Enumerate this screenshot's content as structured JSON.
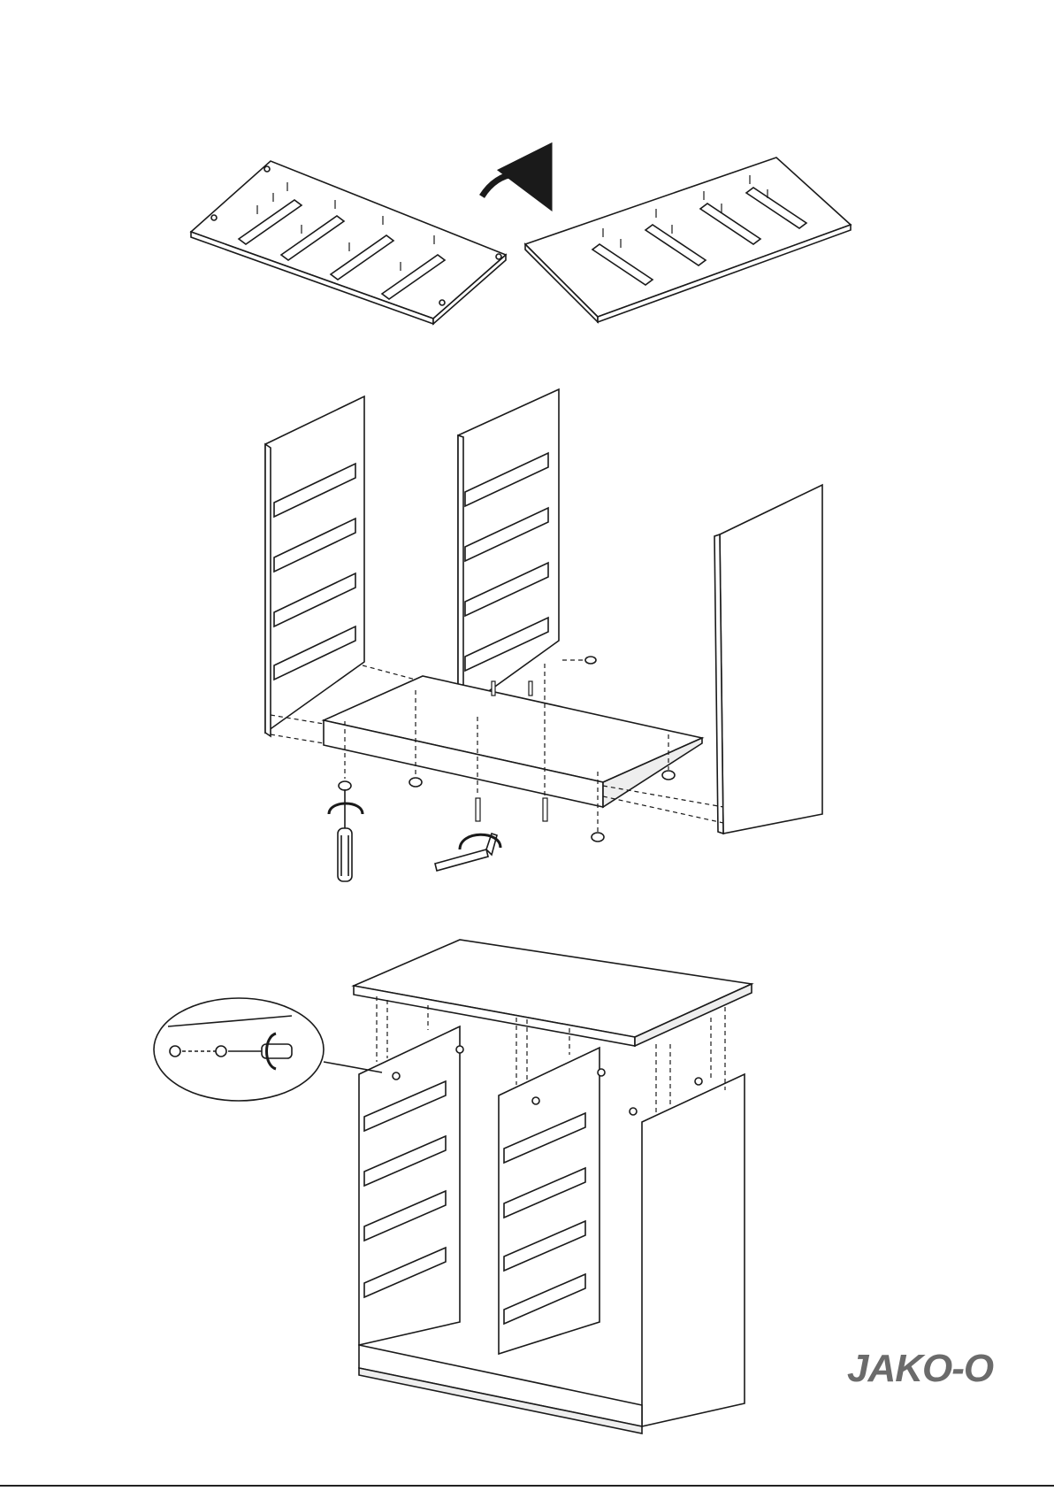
{
  "brand": {
    "logo_text": "JAKO-O",
    "color": "#6b6b6b"
  },
  "colors": {
    "line": "#1a1a1a",
    "fill": "#ffffff",
    "shade": "#d8d8d8"
  },
  "steps": [
    {
      "name": "attach-drawer-runners-to-divider-panel",
      "icons": [
        "screw-icon",
        "runner-rail-icon",
        "flip-arrow-icon"
      ]
    },
    {
      "name": "attach-side-panels-to-base",
      "icons": [
        "screwdriver-icon",
        "allen-key-icon",
        "cam-lock-icon",
        "dowel-icon",
        "rotation-arrow-icon"
      ]
    },
    {
      "name": "attach-top-panel",
      "icons": [
        "screwdriver-icon",
        "cam-lock-icon",
        "dowel-icon",
        "detail-callout-icon"
      ]
    }
  ]
}
